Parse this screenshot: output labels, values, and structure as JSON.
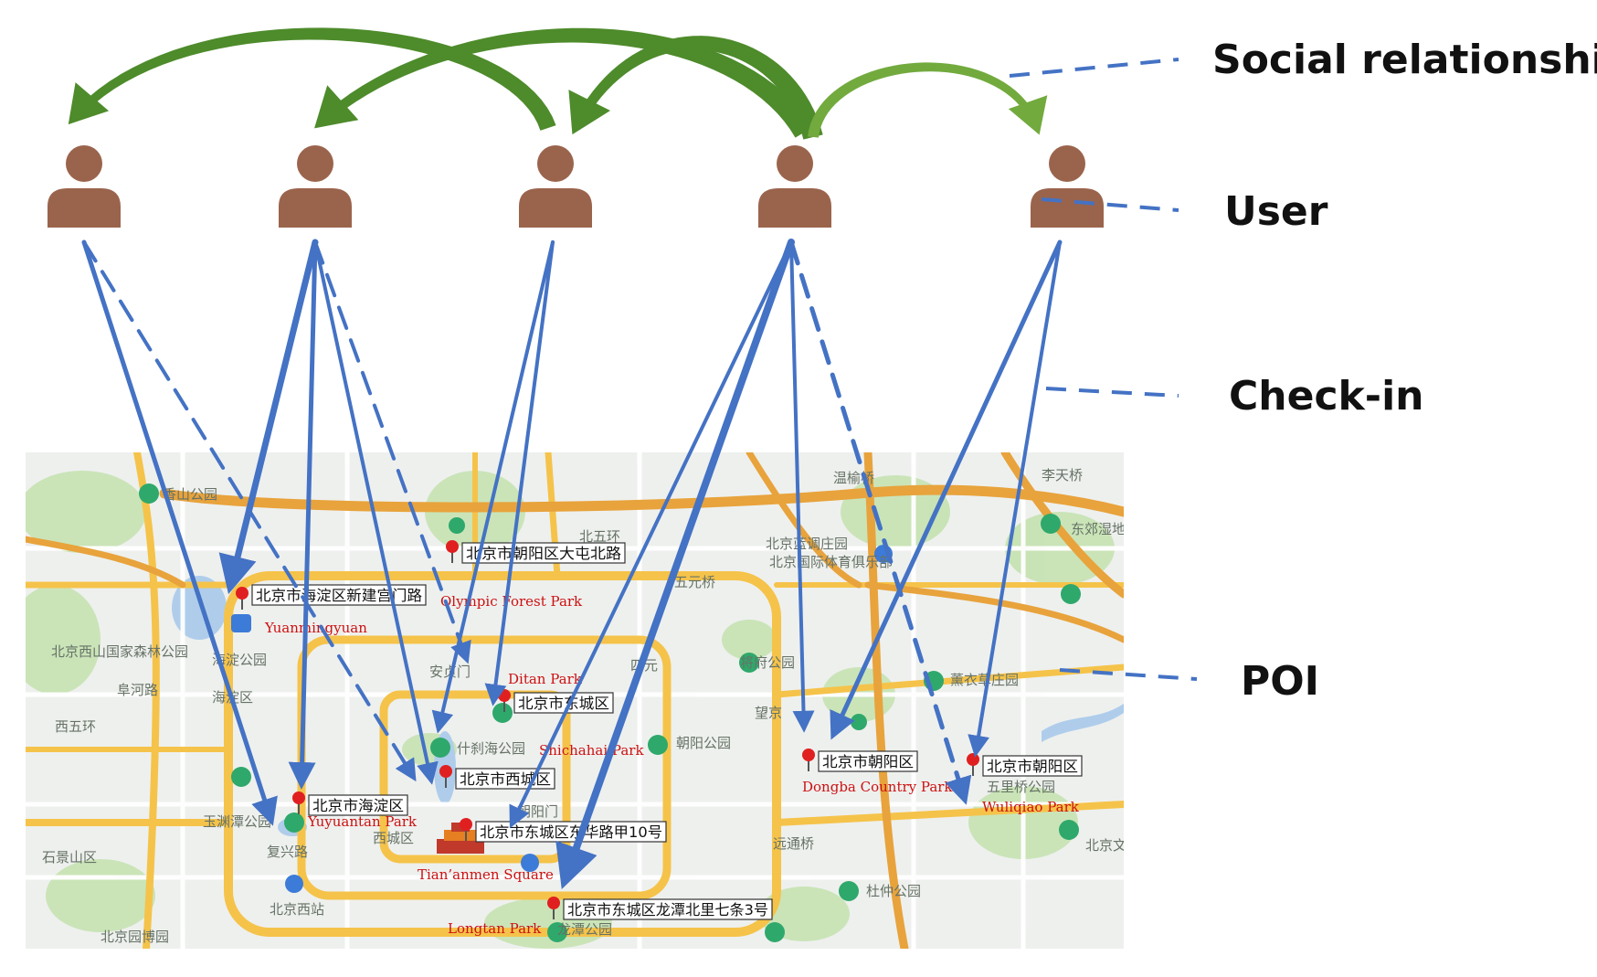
{
  "legend": {
    "social": "Social relationship",
    "user": "User",
    "checkin": "Check-in",
    "poi": "POI"
  },
  "poi_labels": [
    {
      "id": "yuanmingyuan",
      "en": "Yuanmingyuan",
      "cn": "北京市海淀区新建宫门路"
    },
    {
      "id": "olympic",
      "en": "Olympic Forest Park",
      "cn": "北京市朝阳区大屯北路"
    },
    {
      "id": "ditan",
      "en": "Ditan Park",
      "cn": "北京市东城区"
    },
    {
      "id": "shichahai",
      "en": "Shichahai Park",
      "cn": "北京市西城区"
    },
    {
      "id": "yuyuantan",
      "en": "Yuyuantan Park",
      "cn": "北京市海淀区"
    },
    {
      "id": "tiananmen",
      "en": "Tian’anmen Square",
      "cn": "北京市东城区东华路甲10号"
    },
    {
      "id": "longtan",
      "en": "Longtan Park",
      "cn": "北京市东城区龙潭北里七条3号"
    },
    {
      "id": "dongba",
      "en": "Dongba Country Park",
      "cn": "北京市朝阳区"
    },
    {
      "id": "wuliqiao",
      "en": "Wuliqiao Park",
      "cn": "北京市朝阳区"
    }
  ],
  "map_words": [
    {
      "id": "w1",
      "text": "香山公园"
    },
    {
      "id": "w2",
      "text": "北京西山国家森林公园"
    },
    {
      "id": "w3",
      "text": "海淀区"
    },
    {
      "id": "w4",
      "text": "海淀公园"
    },
    {
      "id": "w5",
      "text": "西五环"
    },
    {
      "id": "w6",
      "text": "阜河路"
    },
    {
      "id": "w7",
      "text": "玉渊潭公园"
    },
    {
      "id": "w8",
      "text": "复兴路"
    },
    {
      "id": "w9",
      "text": "石景山区"
    },
    {
      "id": "w10",
      "text": "北京西站"
    },
    {
      "id": "w11",
      "text": "西城区"
    },
    {
      "id": "w12",
      "text": "北五环"
    },
    {
      "id": "w13",
      "text": "五元桥"
    },
    {
      "id": "w14",
      "text": "朝阳公园"
    },
    {
      "id": "w15",
      "text": "将府公园"
    },
    {
      "id": "w16",
      "text": "四元"
    },
    {
      "id": "w17",
      "text": "望京"
    },
    {
      "id": "w18",
      "text": "温榆桥"
    },
    {
      "id": "w19",
      "text": "北京蓝调庄园"
    },
    {
      "id": "w20",
      "text": "薰衣草庄园"
    },
    {
      "id": "w21",
      "text": "东郊湿地公园"
    },
    {
      "id": "w22",
      "text": "五里桥公园"
    },
    {
      "id": "w23",
      "text": "远通桥"
    },
    {
      "id": "w24",
      "text": "杜仲公园"
    },
    {
      "id": "w25",
      "text": "北京文化园"
    },
    {
      "id": "w26",
      "text": "李天桥"
    },
    {
      "id": "w27",
      "text": "朝阳门"
    },
    {
      "id": "w28",
      "text": "龙潭公园"
    },
    {
      "id": "w29",
      "text": "什刹海公园"
    },
    {
      "id": "w30",
      "text": "安贞门"
    },
    {
      "id": "w31",
      "text": "北京国际体育俱乐部"
    },
    {
      "id": "w32",
      "text": "北京园博园"
    }
  ],
  "colors": {
    "user": "#9A644C",
    "social_arrow": "#72AA3E",
    "social_arrow_dark": "#4E8B2B",
    "checkin_arrow": "#4472C4",
    "map_bg": "#EEF0EE",
    "road_yellow": "#F5C34A",
    "road_orange": "#E8A33C",
    "park_green": "#C7E3B4",
    "water": "#AFCDEB",
    "poi_text": "#CC1111"
  },
  "icons": {
    "user": "person-icon",
    "poi_marker": "red-map-pin-icon",
    "park_marker": "green-park-marker-icon"
  }
}
